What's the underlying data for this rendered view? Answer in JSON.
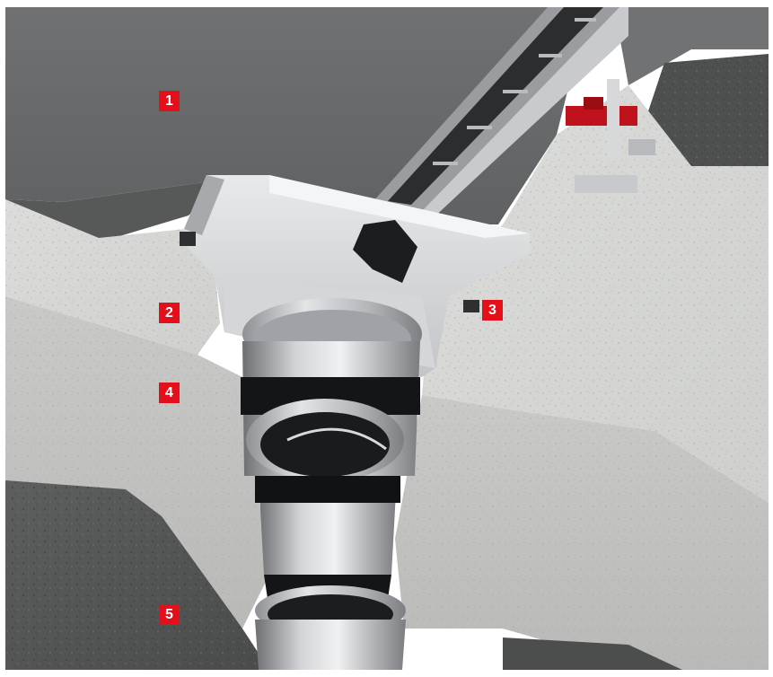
{
  "markers": {
    "m1": "1",
    "m2": "2",
    "m3": "3",
    "m4": "4",
    "m5": "5"
  },
  "colors": {
    "marker": "#e3101b",
    "marker_text": "#ffffff",
    "floor_surface": "#6e7072",
    "screed": "#d9dad8",
    "substrate": "#5a5c5c",
    "steel": "#b8babd",
    "bracket": "#c0121c"
  },
  "icons": [
    "drain-channel-cutaway-illustration"
  ]
}
